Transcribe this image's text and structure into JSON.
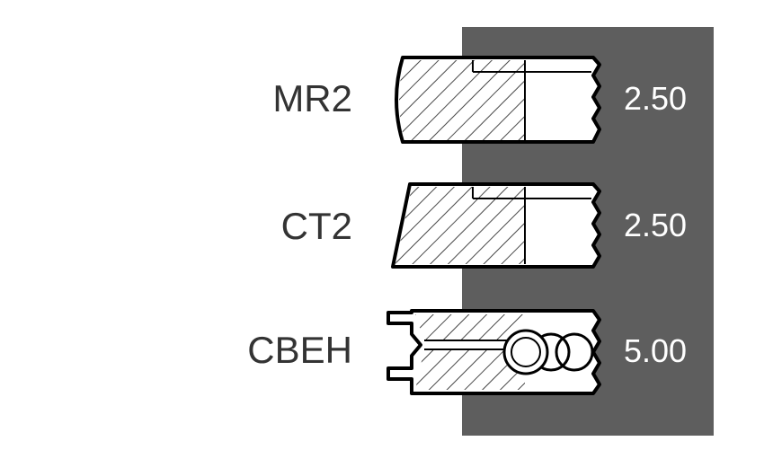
{
  "colors": {
    "panel": "#5e5e5e",
    "outline": "#000000",
    "hatch": "#1a1a1a",
    "ring_fill": "#ffffff",
    "name_text": "#333333",
    "value_text": "#ffffff"
  },
  "rings": [
    {
      "name": "MR2",
      "value": "2.50",
      "profile": "rounded-face"
    },
    {
      "name": "CT2",
      "value": "2.50",
      "profile": "tapered-face"
    },
    {
      "name": "CBEH",
      "value": "5.00",
      "profile": "oil-control-with-expander"
    }
  ]
}
